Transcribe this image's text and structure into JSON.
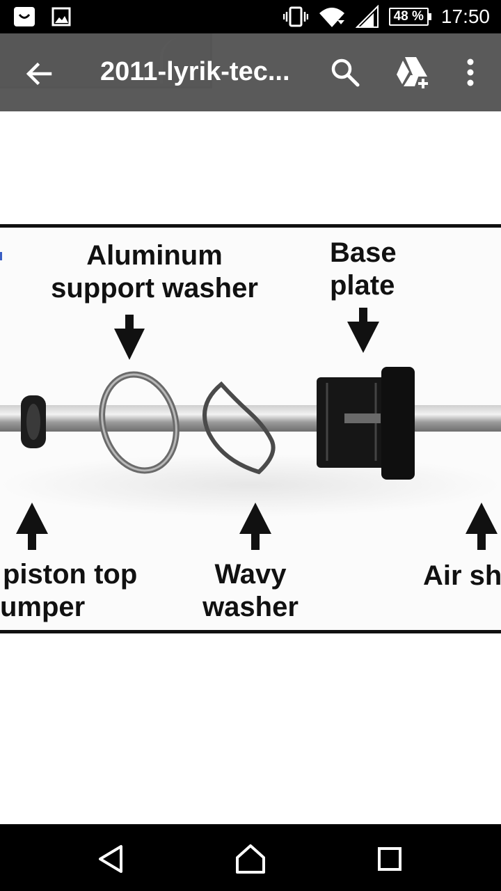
{
  "status_bar": {
    "battery": "48 %",
    "time": "17:50",
    "icons": [
      "shopping-bag-icon",
      "image-icon",
      "vibrate-icon",
      "wifi-icon",
      "cell-signal-icon",
      "battery-icon"
    ]
  },
  "app_bar": {
    "title": "2011-lyrik-tec...",
    "icons": [
      "back-arrow-icon",
      "search-icon",
      "drive-add-icon",
      "more-vert-icon"
    ]
  },
  "figure": {
    "labels": {
      "aluminum_line1": "Aluminum",
      "aluminum_line2": "support washer",
      "base_line1": "Base",
      "base_line2": "plate",
      "piston_line1": "piston top",
      "piston_line2": "umper",
      "wavy_line1": "Wavy",
      "wavy_line2": "washer",
      "air": "Air sh"
    }
  },
  "nav_bar": {
    "icons": [
      "back-triangle-icon",
      "home-icon",
      "recents-icon"
    ]
  }
}
